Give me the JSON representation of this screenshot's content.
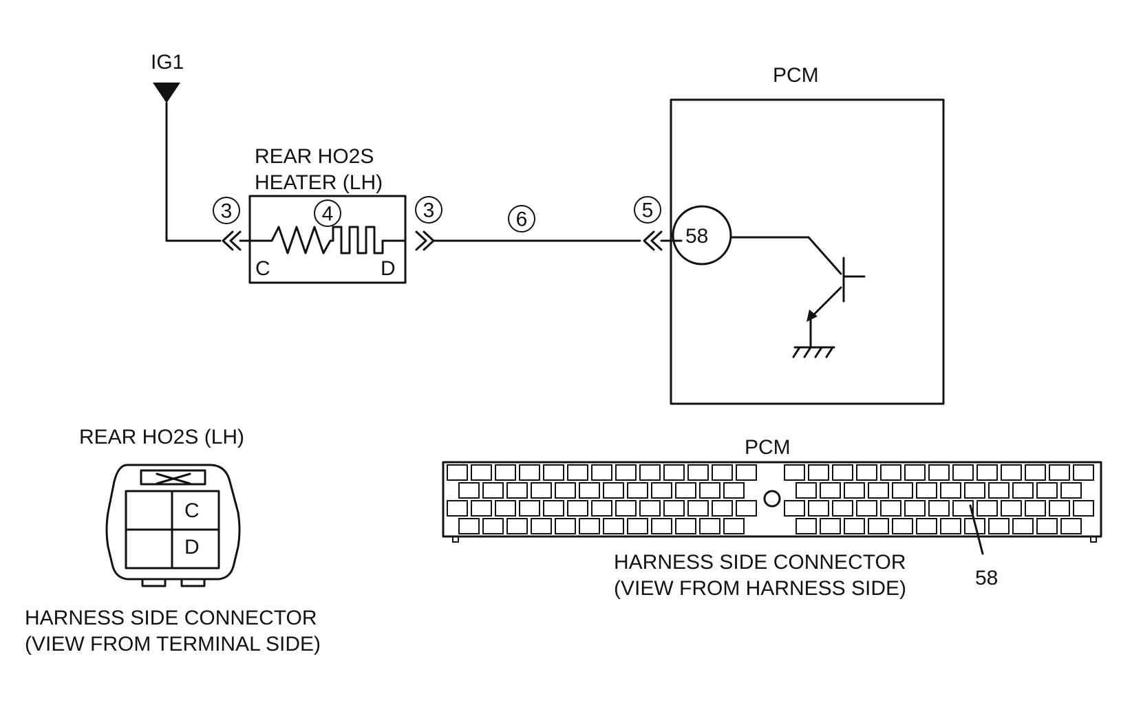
{
  "diagram": {
    "power_label": "IG1",
    "sensor_title_line1": "REAR HO2S",
    "sensor_title_line2": "HEATER (LH)",
    "terminal_c": "C",
    "terminal_d": "D",
    "pcm_title": "PCM",
    "pcm_pin": "58",
    "callouts": {
      "left_connector": "3",
      "heater": "4",
      "right_connector": "3",
      "wire": "6",
      "pcm_connector": "5"
    }
  },
  "sensor_connector": {
    "title": "REAR HO2S (LH)",
    "pin_c": "C",
    "pin_d": "D",
    "caption_line1": "HARNESS SIDE CONNECTOR",
    "caption_line2": "(VIEW FROM TERMINAL SIDE)"
  },
  "pcm_connector": {
    "title": "PCM",
    "pin_label": "58",
    "caption_line1": "HARNESS SIDE CONNECTOR",
    "caption_line2": "(VIEW FROM HARNESS SIDE)"
  }
}
